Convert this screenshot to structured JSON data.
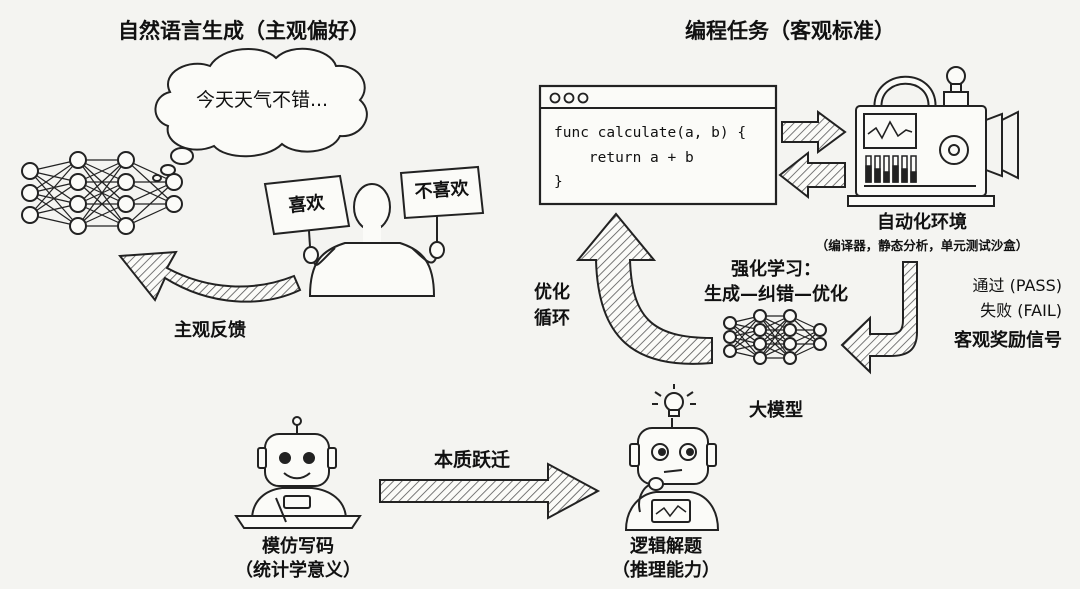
{
  "left_section": {
    "title": "自然语言生成（主观偏好）",
    "thought_bubble": "今天天气不错...",
    "sign_like": "喜欢",
    "sign_dislike": "不喜欢",
    "feedback_label": "主观反馈"
  },
  "right_section": {
    "title": "编程任务（客观标准）",
    "code_lines": [
      "func calculate(a, b) {",
      "    return a + b",
      "}"
    ],
    "env_title": "自动化环境",
    "env_subtitle": "（编译器，静态分析，单元测试沙盒）",
    "signal_pass": "通过 (PASS)",
    "signal_fail": "失败 (FAIL)",
    "signal_label": "客观奖励信号",
    "rl_line1": "强化学习：",
    "rl_line2": "生成—纠错—优化",
    "loop_line1": "优化",
    "loop_line2": "循环",
    "model_label": "大模型"
  },
  "bottom_section": {
    "left_line1": "模仿写码",
    "left_line2": "（统计学意义）",
    "leap_label": "本质跃迁",
    "right_line1": "逻辑解题",
    "right_line2": "（推理能力）"
  }
}
